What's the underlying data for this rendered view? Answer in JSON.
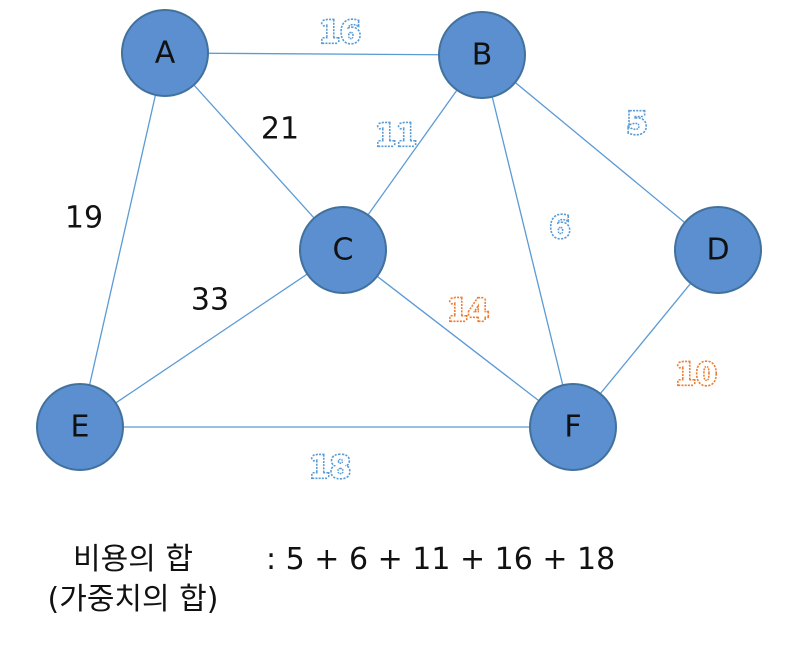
{
  "nodes": [
    {
      "id": "A",
      "label": "A"
    },
    {
      "id": "B",
      "label": "B"
    },
    {
      "id": "C",
      "label": "C"
    },
    {
      "id": "D",
      "label": "D"
    },
    {
      "id": "E",
      "label": "E"
    },
    {
      "id": "F",
      "label": "F"
    }
  ],
  "edges": [
    {
      "from": "A",
      "to": "B",
      "weight": "16",
      "style": "selected"
    },
    {
      "from": "A",
      "to": "C",
      "weight": "21",
      "style": "plain"
    },
    {
      "from": "A",
      "to": "E",
      "weight": "19",
      "style": "plain"
    },
    {
      "from": "B",
      "to": "C",
      "weight": "11",
      "style": "selected"
    },
    {
      "from": "B",
      "to": "D",
      "weight": "5",
      "style": "selected"
    },
    {
      "from": "B",
      "to": "F",
      "weight": "6",
      "style": "selected"
    },
    {
      "from": "C",
      "to": "E",
      "weight": "33",
      "style": "plain"
    },
    {
      "from": "C",
      "to": "F",
      "weight": "14",
      "style": "highlight"
    },
    {
      "from": "D",
      "to": "F",
      "weight": "10",
      "style": "highlight"
    },
    {
      "from": "E",
      "to": "F",
      "weight": "18",
      "style": "selected"
    }
  ],
  "colors": {
    "node_fill": "#5b8fd0",
    "edge": "#5b9bd5",
    "selected_weight": "#5b9bd5",
    "highlight_weight": "#ed7d31"
  },
  "caption": {
    "line1": "비용의 합",
    "line2": "(가중치의 합)",
    "formula": ": 5 + 6 + 11 + 16 + 18"
  }
}
